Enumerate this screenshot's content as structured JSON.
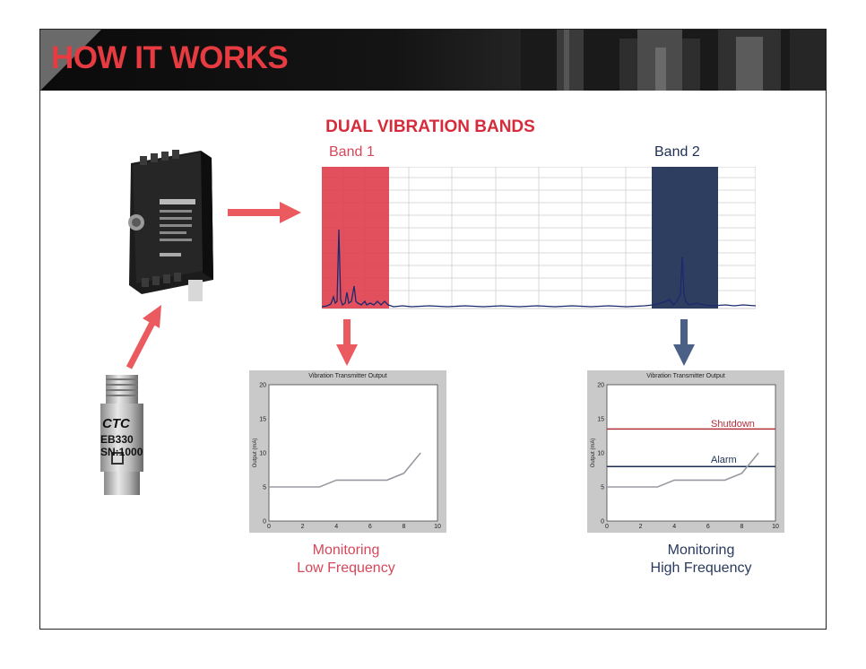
{
  "header": {
    "title": "HOW IT WORKS"
  },
  "diagram": {
    "title": "DUAL VIBRATION BANDS",
    "bands": [
      {
        "label": "Band 1",
        "color": "#e0414f"
      },
      {
        "label": "Band 2",
        "color": "#1e2f55"
      }
    ]
  },
  "device": {
    "brand": "CTC",
    "model": "EB330",
    "serial": "SN:1000"
  },
  "outputs": [
    {
      "panel_title": "Vibration Transmitter Output",
      "caption_line1": "Monitoring",
      "caption_line2": "Low Frequency",
      "color": "#d6475a"
    },
    {
      "panel_title": "Vibration Transmitter Output",
      "caption_line1": "Monitoring",
      "caption_line2": "High Frequency",
      "color": "#2a3a5e",
      "shutdown_label": "Shutdown",
      "alarm_label": "Alarm"
    }
  ],
  "chart_data": [
    {
      "type": "line",
      "title": "Vibration Transmitter Output",
      "ylabel": "Output (mA)",
      "xlim": [
        0,
        10
      ],
      "ylim": [
        0,
        20
      ],
      "xticks": [
        0,
        2,
        4,
        6,
        8,
        10
      ],
      "yticks": [
        0,
        5,
        10,
        15,
        20
      ],
      "series": [
        {
          "x": [
            0,
            3,
            4,
            7,
            8,
            9
          ],
          "values": [
            5,
            5,
            6,
            6,
            7,
            10
          ]
        }
      ]
    },
    {
      "type": "line",
      "title": "Vibration Transmitter Output",
      "ylabel": "Output (mA)",
      "xlim": [
        0,
        10
      ],
      "ylim": [
        0,
        20
      ],
      "xticks": [
        0,
        2,
        4,
        6,
        8,
        10
      ],
      "yticks": [
        0,
        5,
        10,
        15,
        20
      ],
      "series": [
        {
          "x": [
            0,
            3,
            4,
            7,
            8,
            9
          ],
          "values": [
            5,
            5,
            6,
            6,
            7,
            10
          ]
        }
      ],
      "thresholds": [
        {
          "name": "Shutdown",
          "value": 13.5
        },
        {
          "name": "Alarm",
          "value": 8
        }
      ]
    }
  ]
}
